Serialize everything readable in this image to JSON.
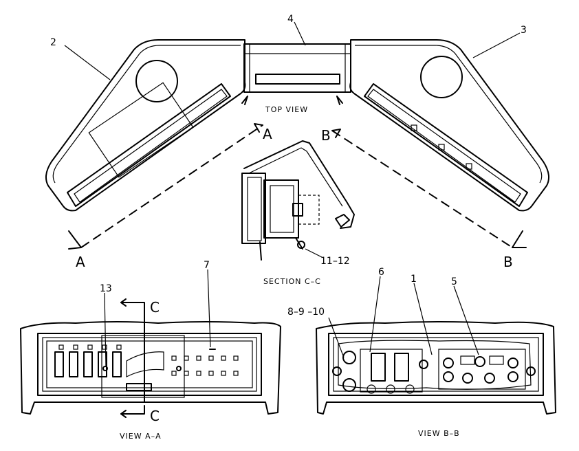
{
  "callouts": {
    "c1": "1",
    "c2": "2",
    "c3": "3",
    "c4": "4",
    "c5": "5",
    "c6": "6",
    "c7": "7",
    "c8_10": "8–9 –10",
    "c11_12": "11–12",
    "c13": "13"
  },
  "view_markers": {
    "a_top": "A",
    "a_bottom": "A",
    "b_top": "B",
    "b_bottom": "B",
    "c_top": "C",
    "c_bottom": "C"
  },
  "captions": {
    "top_view": "TOP  VIEW",
    "section_cc": "SECTION  C–C",
    "view_aa": "VIEW  A–A",
    "view_bb": "VIEW  B–B"
  }
}
